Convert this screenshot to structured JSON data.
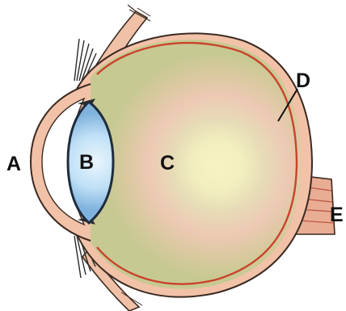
{
  "labels": {
    "a": "A",
    "b": "B",
    "c": "C",
    "d": "D",
    "e": "E"
  },
  "colors": {
    "background": "#ffffff",
    "sclera": "#f2c2a8",
    "outline": "#3a2a22",
    "vitreous": "#c7c992",
    "vitreous_glow_outer": "#eec8b4",
    "vitreous_glow_mid": "#dfe2b0",
    "vitreous_glow_inner": "#f6f3c2",
    "lens_outer": "#2d5b8c",
    "lens_inner": "#bfe0f6",
    "cornea_fill": "#ffffff",
    "retina_line": "#c9432a",
    "optic_nerve": "#e5a38a",
    "label_text": "#111111"
  },
  "parts": [
    "cornea",
    "lens",
    "vitreous-body",
    "retina",
    "optic-nerve",
    "eye-muscle-top",
    "eye-muscle-bottom",
    "eyelash-top",
    "eyelash-bottom"
  ]
}
